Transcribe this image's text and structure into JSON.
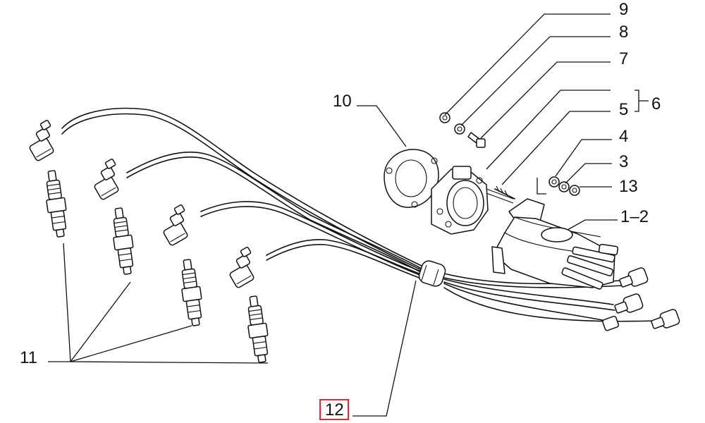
{
  "diagram": {
    "callouts": [
      {
        "id": "9",
        "text": "9"
      },
      {
        "id": "8",
        "text": "8"
      },
      {
        "id": "7",
        "text": "7"
      },
      {
        "id": "6",
        "text": "6"
      },
      {
        "id": "5",
        "text": "5"
      },
      {
        "id": "10",
        "text": "10"
      },
      {
        "id": "4",
        "text": "4"
      },
      {
        "id": "3",
        "text": "3"
      },
      {
        "id": "13",
        "text": "13"
      },
      {
        "id": "1-2",
        "text": "1–2"
      },
      {
        "id": "11",
        "text": "11"
      },
      {
        "id": "12",
        "text": "12"
      }
    ],
    "highlighted_callout": "12",
    "highlight_color": "#e0282e"
  }
}
